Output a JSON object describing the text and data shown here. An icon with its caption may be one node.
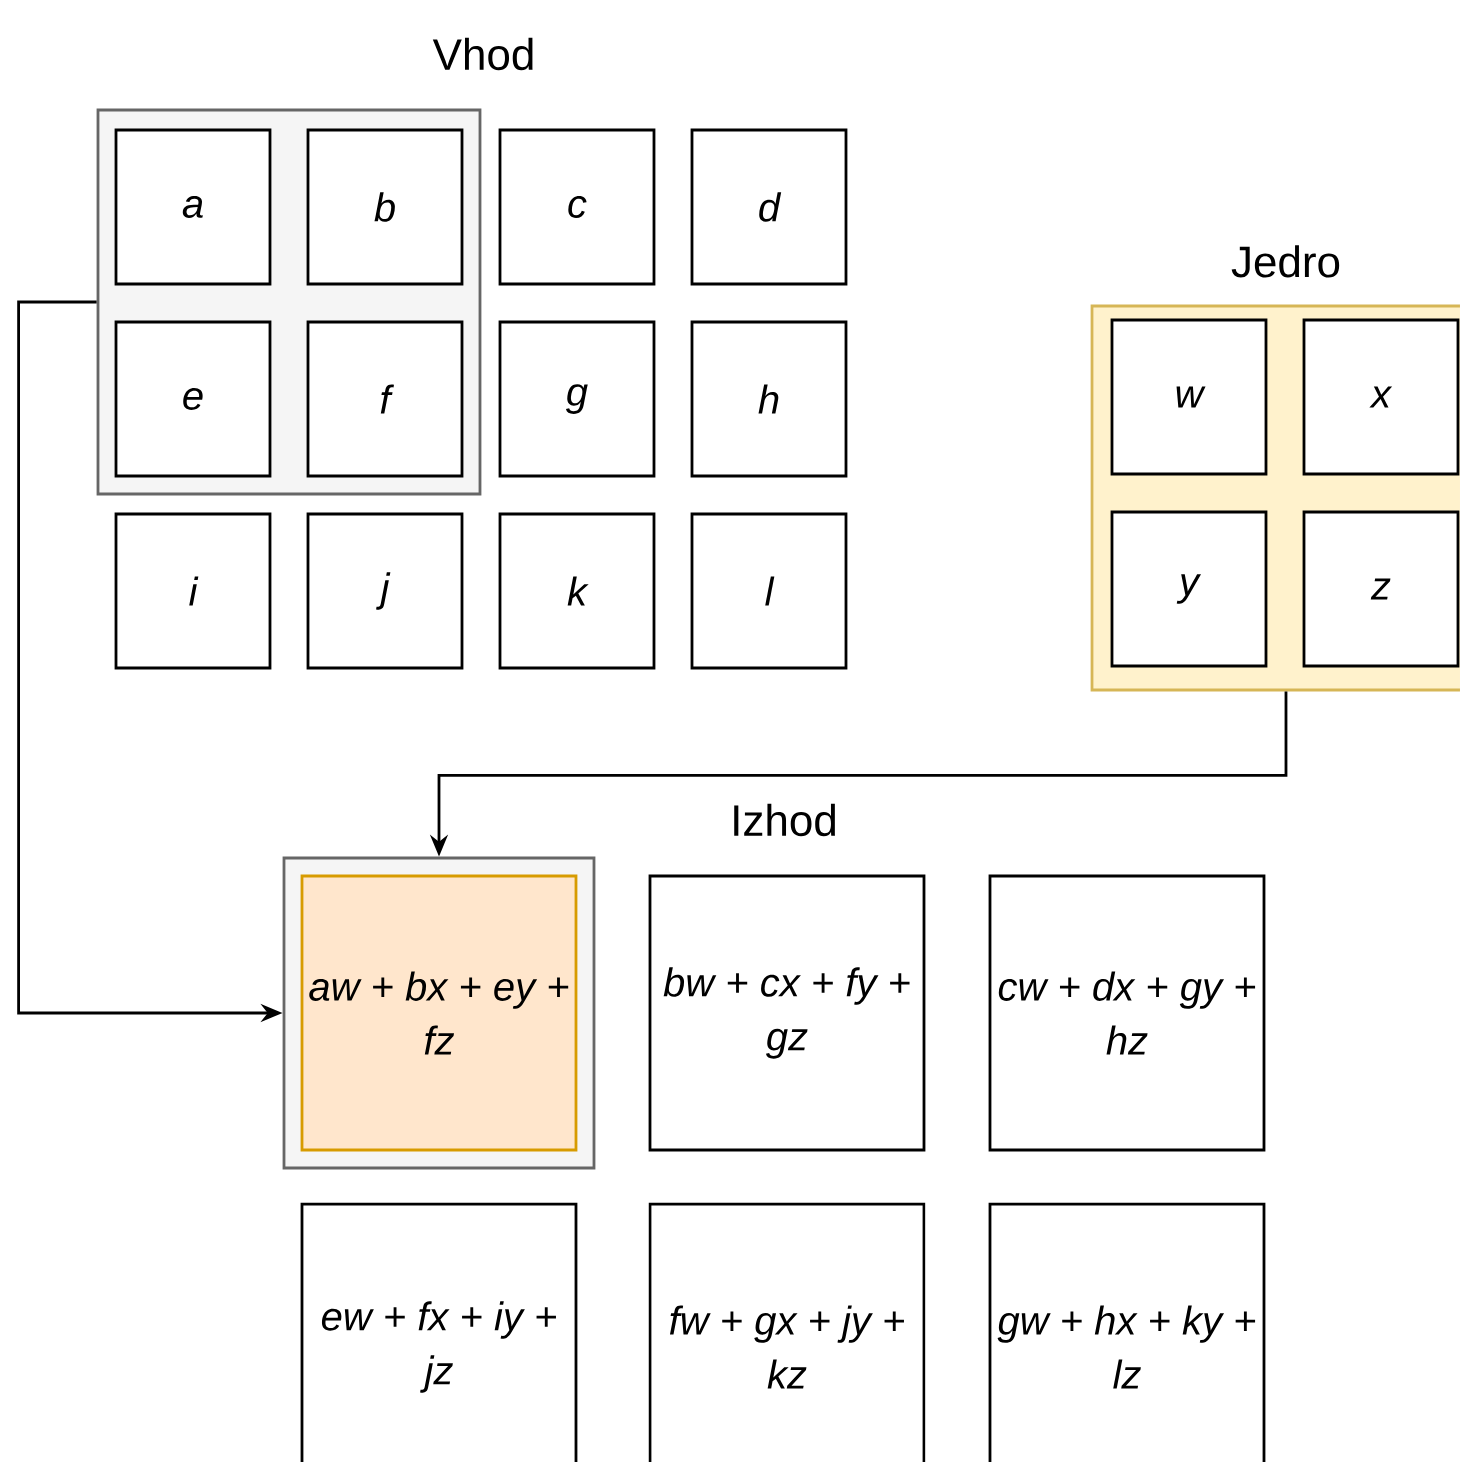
{
  "diagram": {
    "nodes": [
      {
        "text": [],
        "shape": "box"
      },
      {
        "text": [
          "a"
        ],
        "in": 0
      },
      {
        "text": [
          "b"
        ],
        "in": 0
      },
      {
        "text": [
          "c"
        ]
      },
      {
        "text": [
          "d"
        ]
      },
      {
        "text": [
          "e"
        ],
        "in": 0
      },
      {
        "text": [
          "f"
        ],
        "in": 0
      },
      {
        "text": [
          "g"
        ]
      },
      {
        "text": [
          "h"
        ]
      },
      {
        "text": [
          "i"
        ]
      },
      {
        "text": [
          "j"
        ]
      },
      {
        "text": [
          "k"
        ]
      },
      {
        "text": [
          "l"
        ]
      },
      {
        "text": [
          "Jedro"
        ]
      },
      {
        "text": [
          "w"
        ],
        "in": 13
      },
      {
        "text": [
          "x"
        ],
        "in": 13
      },
      {
        "text": [
          "y"
        ],
        "in": 13
      },
      {
        "text": [
          "z"
        ],
        "in": 13
      },
      {
        "text": [],
        "shape": "box"
      },
      {
        "text": [
          "aw + bx + ey + fz"
        ],
        "in": 18
      },
      {
        "text": [
          "bw + cx + fy + gz"
        ]
      },
      {
        "text": [
          "cw + dx + gy + hz"
        ]
      },
      {
        "text": [
          "ew + fx + iy + jz"
        ]
      },
      {
        "text": [
          "fw + gx + jy + kz"
        ]
      },
      {
        "text": [
          "gw + hx + ky + lz"
        ]
      }
    ],
    "edges": [
      {
        "from": 0,
        "to": 18,
        "arrow": "to"
      },
      {
        "from": 13,
        "to": 18,
        "arrow": "to"
      }
    ],
    "labels": [
      "Vhod",
      "Izhod"
    ]
  }
}
